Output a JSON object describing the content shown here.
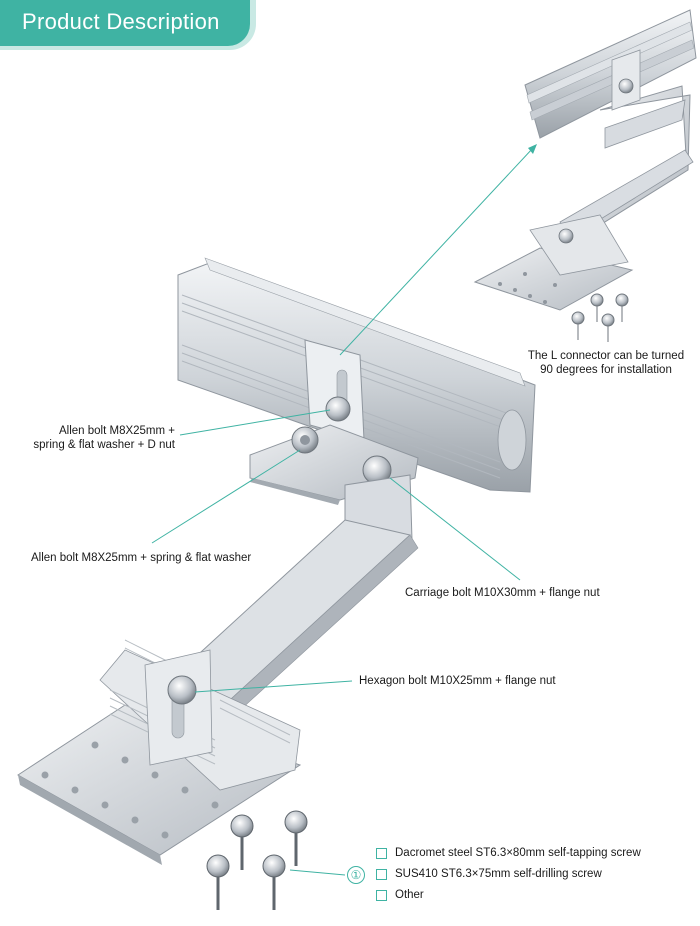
{
  "header": {
    "title": "Product Description"
  },
  "labels": {
    "top_right_line1": "The L connector can be turned",
    "top_right_line2": "90 degrees for installation",
    "allen_bolt_d_nut_line1": "Allen bolt M8X25mm +",
    "allen_bolt_d_nut_line2": "spring & flat washer + D nut",
    "allen_bolt_washer": "Allen bolt M8X25mm + spring & flat washer",
    "carriage_bolt": "Carriage bolt M10X30mm + flange nut",
    "hexagon_bolt": "Hexagon bolt M10X25mm + flange nut"
  },
  "screw_options": {
    "marker": "①",
    "items": [
      "Dacromet steel ST6.3×80mm self-tapping screw",
      "SUS410 ST6.3×75mm self-drilling screw",
      "Other"
    ]
  },
  "colors": {
    "accent": "#3fb3a3",
    "metal_light": "#e3e6ea",
    "metal_mid": "#c4c9cf",
    "metal_dark": "#8f969e"
  }
}
